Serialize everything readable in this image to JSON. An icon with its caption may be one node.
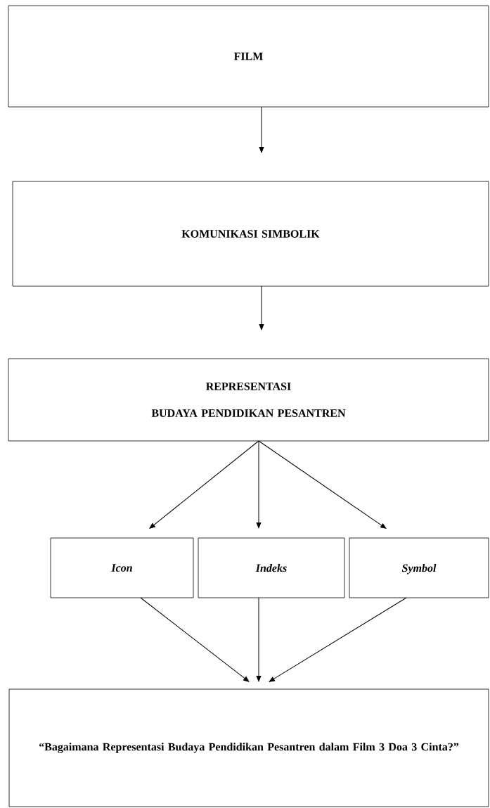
{
  "diagram": {
    "nodes": [
      {
        "text": [
          "FILM"
        ]
      },
      {
        "text": [
          "KOMUNIKASI SIMBOLIK"
        ]
      },
      {
        "text": [
          "REPRESENTASI",
          "BUDAYA PENDIDIKAN PESANTREN"
        ]
      },
      {
        "text": [
          "Icon"
        ]
      },
      {
        "text": [
          "Indeks"
        ]
      },
      {
        "text": [
          "Symbol"
        ]
      },
      {
        "text": [
          "“Bagaimana Representasi Budaya Pendidikan Pesantren dalam Film 3 Doa 3 Cinta?”"
        ]
      }
    ],
    "edges": [
      {
        "from": 0,
        "to": 1,
        "arrow": "to"
      },
      {
        "from": 1,
        "to": 2,
        "arrow": "to"
      },
      {
        "from": 2,
        "to": 3,
        "arrow": "to"
      },
      {
        "from": 2,
        "to": 4,
        "arrow": "to"
      },
      {
        "from": 2,
        "to": 5,
        "arrow": "to"
      },
      {
        "from": 3,
        "to": 6,
        "arrow": "to"
      },
      {
        "from": 4,
        "to": 6,
        "arrow": "to"
      },
      {
        "from": 5,
        "to": 6,
        "arrow": "to"
      }
    ]
  }
}
